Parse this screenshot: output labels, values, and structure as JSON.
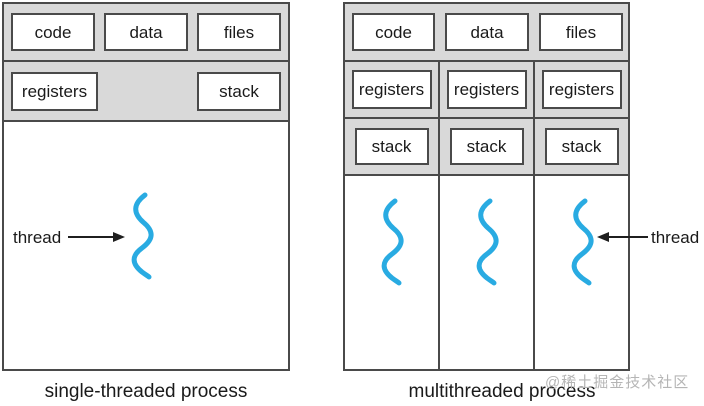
{
  "left_process": {
    "caption": "single-threaded process",
    "cells": {
      "code": "code",
      "data": "data",
      "files": "files",
      "registers": "registers",
      "stack": "stack"
    },
    "thread_label": "thread"
  },
  "right_process": {
    "caption": "multithreaded process",
    "cells": {
      "code": "code",
      "data": "data",
      "files": "files"
    },
    "columns": [
      {
        "registers": "registers",
        "stack": "stack"
      },
      {
        "registers": "registers",
        "stack": "stack"
      },
      {
        "registers": "registers",
        "stack": "stack"
      }
    ],
    "thread_label": "thread"
  },
  "watermark": "@稀土掘金技术社区",
  "colors": {
    "thread_stroke": "#29abe2",
    "band_background": "#d9d9d9",
    "line": "#4a4a4a",
    "arrow": "#1f1f1f"
  }
}
